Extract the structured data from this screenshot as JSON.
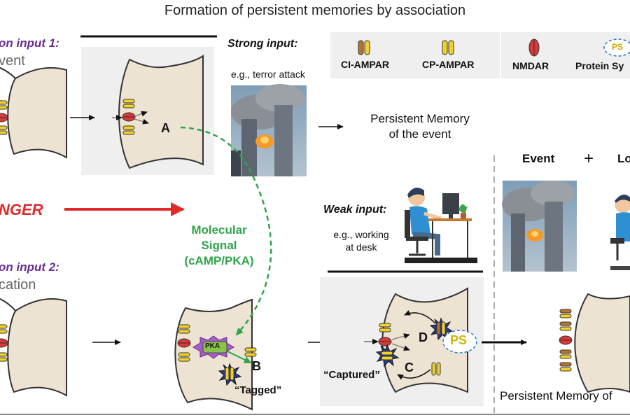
{
  "title": "Formation of persistent memories by association",
  "input1": {
    "label": "on input 1:",
    "sub": "vent"
  },
  "input2": {
    "label": "on input 2:",
    "sub": "cation"
  },
  "danger_label": "NGER",
  "strong": {
    "label": "Strong input:",
    "example": "e.g., terror attack"
  },
  "weak": {
    "label": "Weak input:",
    "example_line1": "e.g., working",
    "example_line2": "at desk"
  },
  "legend": {
    "ci_ampar": "CI-AMPAR",
    "cp_ampar": "CP-AMPAR",
    "nmdar": "NMDAR",
    "protein": "Protein Sy",
    "ps_symbol": "PS"
  },
  "memory_event": {
    "line1": "Persistent Memory",
    "line2": "of the event"
  },
  "memory_bottom": "Persistent Memory of",
  "event_label": "Event",
  "plus": "+",
  "lo_label": "Lo",
  "molecular": {
    "line1": "Molecular",
    "line2": "Signal",
    "line3": "(cAMP/PKA)"
  },
  "markers": {
    "a": "A",
    "b": "B",
    "c": "C",
    "d": "D"
  },
  "pka": "PKA",
  "tagged": "“Tagged”",
  "captured": "“Captured”",
  "ps_label": "PS",
  "colors": {
    "purple": "#6a2c91",
    "green": "#2ea44a",
    "red": "#e02a2a",
    "yellow": "#f2d22a",
    "brown": "#b8742a",
    "cell": "#ede3d3"
  }
}
